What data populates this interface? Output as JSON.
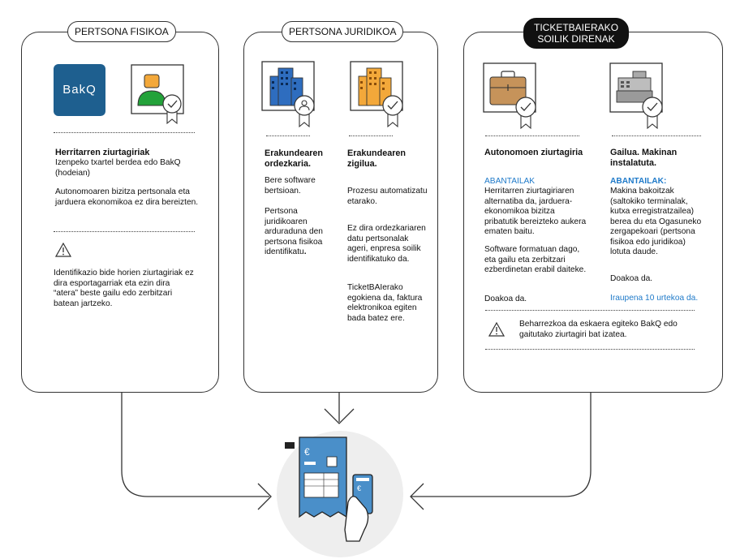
{
  "cards": {
    "fisikoa": {
      "title": "PERTSONA FISIKOA",
      "bakq_logo": "BakQ",
      "heading": "Herritarren ziurtagiriak",
      "subheading": "Izenpeko txartel berdea edo BakQ (hodeian)",
      "para1": "Autonomoaren bizitza pertsonala eta jarduera ekonomikoa  ez dira bereizten.",
      "warning": "Identifikazio bide horien ziurtagiriak ez dira esportagarriak eta ezin dira “atera” beste gailu edo zerbitzari batean jartzeko."
    },
    "juridikoa": {
      "title": "PERTSONA JURIDIKOA",
      "col1": {
        "heading": "Erakundearen ordezkaria.",
        "para1": "Bere software bertsioan.",
        "para2_start": "Pertsona juridikoaren arduraduna den pertsona fisikoa identifikatu",
        "para2_end": "."
      },
      "col2": {
        "heading": "Erakundearen zigilua.",
        "para1": "Prozesu automatizatuetarako.",
        "para2": "Ez dira ordezkariaren datu pertsonalak ageri, enpresa soilik identifikatuko da.",
        "para3": "TicketBAIerako egokiena da, faktura elektronikoa egiten bada batez ere."
      }
    },
    "ticket": {
      "title_line1": "TICKETBAIERAKO",
      "title_line2": "SOILIK DIRENAK",
      "col1": {
        "heading": "Autonomoen ziurtagiria",
        "label": "ABANTAILAK",
        "para1": "Herritarren ziurtagiriaren alternatiba da, jarduera-ekonomikoa bizitza pribatutik bereizteko aukera ematen baitu.",
        "para2": "Software formatuan dago, eta gailu eta zerbitzari ezberdinetan erabil daiteke.",
        "para3": "Doakoa da."
      },
      "col2": {
        "heading": "Gailua. Makinan instalatuta.",
        "label": "ABANTAILAK:",
        "para1": "Makina bakoitzak (saltokiko terminalak, kutxa erregistratzailea) berea du eta Ogasuneko zergapekoari (pertsona fisikoa edo juridikoa) lotuta daude.",
        "para2": "Doakoa da.",
        "para3": "Iraupena 10 urtekoa da."
      },
      "warning": "Beharrezkoa da eskaera egiteko BakQ edo gaitutako ziurtagiri bat izatea."
    }
  },
  "colors": {
    "blue_label": "#1f7ac9",
    "bakq_bg": "#1e5f8f",
    "building_blue": "#2e6dbf",
    "building_orange": "#f3a83a",
    "briefcase": "#c6935a",
    "invoice_blue": "#4a8fc9"
  },
  "icons": [
    "bakq-logo-icon",
    "person-certificate-icon",
    "blue-building-person-icon",
    "orange-building-certificate-icon",
    "briefcase-certificate-icon",
    "cash-register-certificate-icon",
    "warning-icon",
    "invoice-phone-icon"
  ]
}
